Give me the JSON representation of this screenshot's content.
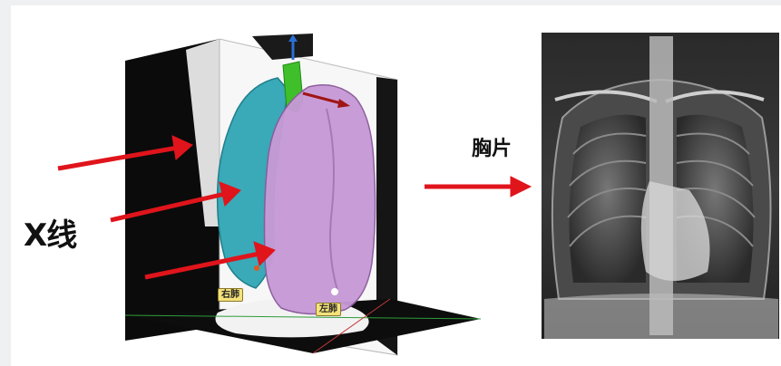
{
  "labels": {
    "xray": "X线",
    "chest_film": "胸片",
    "right_lung": "右肺",
    "left_lung": "左肺"
  },
  "colors": {
    "arrow": "#e0141b",
    "right_lung": "#3aa9b8",
    "left_lung": "#c79ad6",
    "trachea": "#3fbf2a",
    "xray_bg": "#1c1c1c"
  }
}
